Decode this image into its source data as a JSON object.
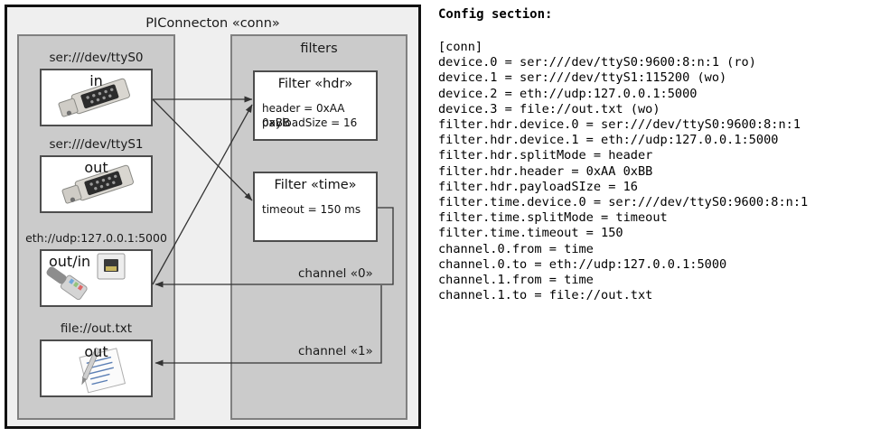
{
  "diagram": {
    "outer_title": "PIConnecton «conn»",
    "devices_panel": {
      "title": "",
      "items": [
        {
          "label": "ser:///dev/ttyS0",
          "io": "in",
          "icon": "serial-port-icon"
        },
        {
          "label": "ser:///dev/ttyS1",
          "io": "out",
          "icon": "serial-port-icon"
        },
        {
          "label": "eth://udp:127.0.0.1:5000",
          "io": "out/in",
          "icon": "network-cable-icon"
        },
        {
          "label": "file://out.txt",
          "io": "out",
          "icon": "text-file-icon"
        }
      ]
    },
    "filters_panel": {
      "title": "filters",
      "filters": [
        {
          "title": "Filter «hdr»",
          "props": [
            "header = 0xAA 0xBB",
            "payloadSize = 16"
          ]
        },
        {
          "title": "Filter «time»",
          "props": [
            "timeout = 150 ms"
          ]
        }
      ],
      "channels": [
        {
          "label": "channel «0»"
        },
        {
          "label": "channel «1»"
        }
      ]
    }
  },
  "config": {
    "heading": "Config section:",
    "body": "[conn]\ndevice.0 = ser:///dev/ttyS0:9600:8:n:1 (ro)\ndevice.1 = ser:///dev/ttyS1:115200 (wo)\ndevice.2 = eth://udp:127.0.0.1:5000\ndevice.3 = file://out.txt (wo)\nfilter.hdr.device.0 = ser:///dev/ttyS0:9600:8:n:1\nfilter.hdr.device.1 = eth://udp:127.0.0.1:5000\nfilter.hdr.splitMode = header\nfilter.hdr.header = 0xAA 0xBB\nfilter.hdr.payloadSIze = 16\nfilter.time.device.0 = ser:///dev/ttyS0:9600:8:n:1\nfilter.time.splitMode = timeout\nfilter.time.timeout = 150\nchannel.0.from = time\nchannel.0.to = eth://udp:127.0.0.1:5000\nchannel.1.from = time\nchannel.1.to = file://out.txt"
  },
  "colors": {
    "page_bg": "#ffffff",
    "outer_bg": "#efefef",
    "outer_border": "#111111",
    "panel_bg": "#cbcbcb",
    "panel_border": "#808080",
    "box_bg": "#ffffff",
    "box_border": "#4d4d4d",
    "arrow": "#333333",
    "text": "#1a1a1a"
  }
}
